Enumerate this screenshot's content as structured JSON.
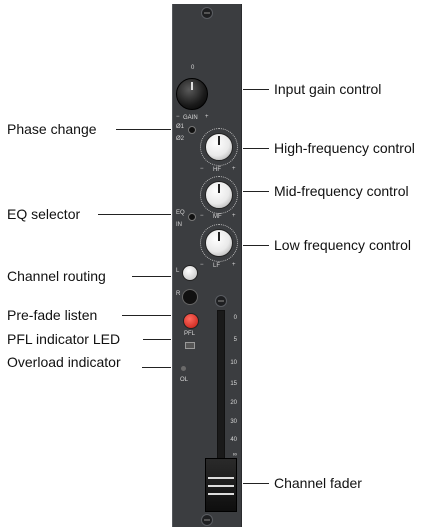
{
  "callouts": {
    "input_gain": "Input gain control",
    "phase_change": "Phase change",
    "high_freq": "High-frequency control",
    "mid_freq": "Mid-frequency control",
    "eq_selector": "EQ selector",
    "low_freq": "Low frequency control",
    "channel_routing": "Channel routing",
    "pre_fade_listen": "Pre-fade listen",
    "pfl_led": "PFL indicator LED",
    "overload": "Overload indicator",
    "channel_fader": "Channel fader"
  },
  "strip": {
    "gain_top": "0",
    "gain_minus": "−",
    "gain_label": "GAIN",
    "gain_plus": "+",
    "phase_o1": "Ø1",
    "phase_o2": "Ø2",
    "hf_minus": "−",
    "hf_label": "HF",
    "hf_plus": "+",
    "mf_minus": "−",
    "mf_label": "MF",
    "mf_plus": "+",
    "eq_label": "EQ",
    "in_label": "IN",
    "lf_minus": "−",
    "lf_label": "LF",
    "lf_plus": "+",
    "l_label": "L",
    "r_label": "R",
    "pfl_label": "PFL",
    "ol_label": "OL",
    "fader_scale": [
      "0",
      "5",
      "10",
      "15",
      "20",
      "30",
      "40",
      "∞"
    ]
  },
  "colors": {
    "panel": "#3b3d40",
    "pfl_button": "#d8261f",
    "routing_button": "#d9d9d9"
  }
}
